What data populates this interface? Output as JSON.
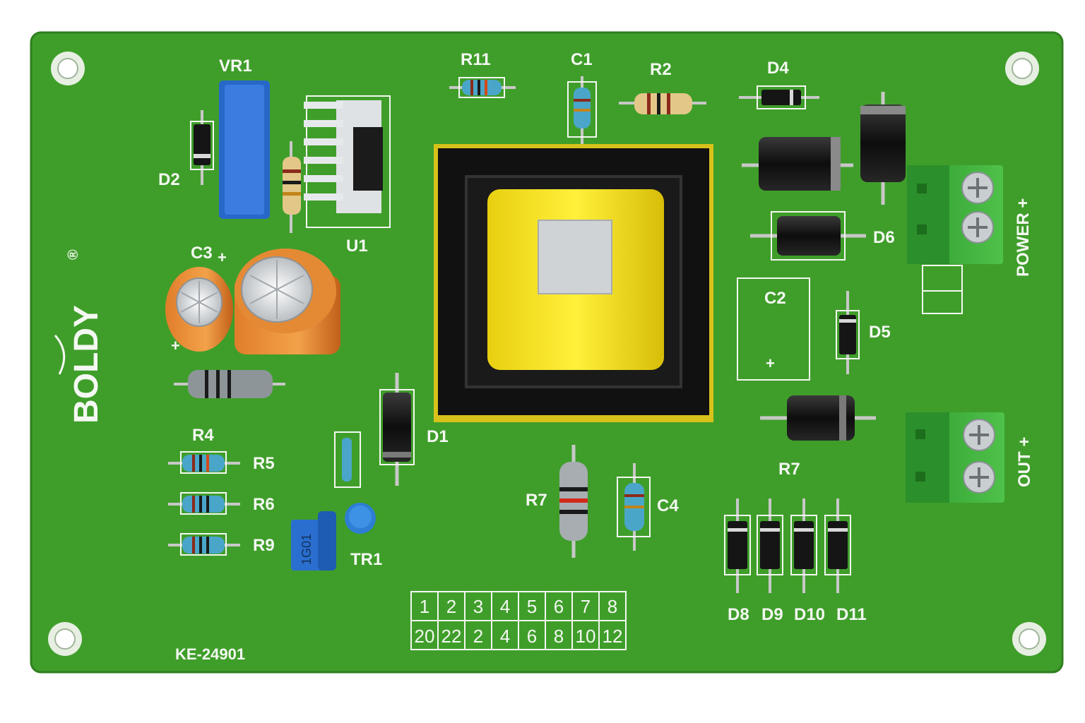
{
  "board": {
    "brand": "BOLDY",
    "registered_mark": "®",
    "part_number": "KE-24901",
    "pcb_color": "#3f9e2a",
    "silkscreen_color": "#f4f8f2"
  },
  "labels": {
    "vr1": "VR1",
    "r11": "R11",
    "c1": "C1",
    "r2": "R2",
    "d4": "D4",
    "d2": "D2",
    "u1": "U1",
    "c3": "C3",
    "c3_plus": "+",
    "c3_minus_plus": "+",
    "d6": "D6",
    "c2": "C2",
    "c2_plus": "+",
    "d5": "D5",
    "d1": "D1",
    "r4": "R4",
    "r5": "R5",
    "r6": "R6",
    "r9": "R9",
    "tr1": "TR1",
    "r7_left": "R7",
    "c4": "C4",
    "r7_right": "R7",
    "d8": "D8",
    "d9": "D9",
    "d10": "D10",
    "d11": "D11",
    "power": "POWER +",
    "out": "OUT +"
  },
  "pin_table": {
    "top_row": [
      "1",
      "2",
      "3",
      "4",
      "5",
      "6",
      "7",
      "8"
    ],
    "bottom_row": [
      "20",
      "22",
      "2",
      "4",
      "6",
      "8",
      "10",
      "12"
    ]
  },
  "component_markings": {
    "tr1_body": "1G01"
  }
}
